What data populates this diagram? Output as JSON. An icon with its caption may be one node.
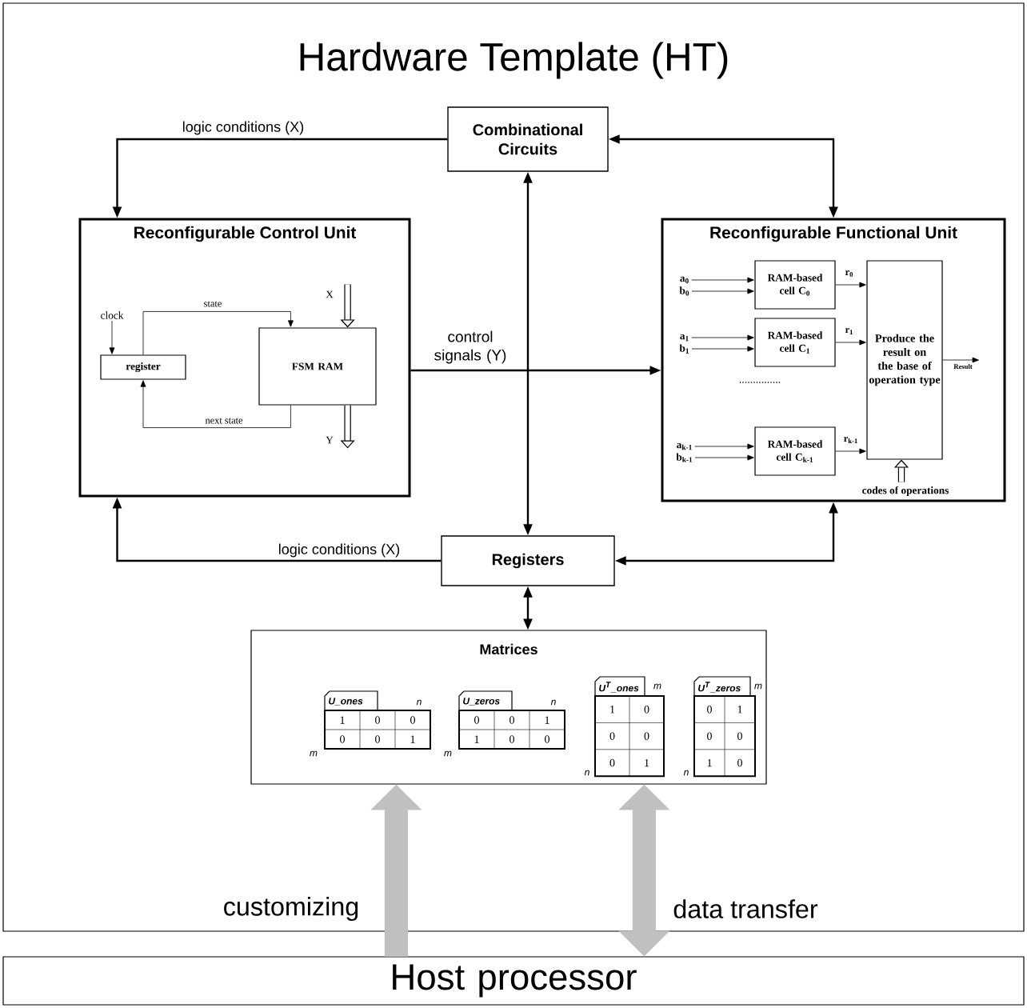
{
  "diagram": {
    "nodes": [
      {
        "text": [
          "Hardware Template (HT)"
        ]
      },
      {
        "text": [
          "Combinational Circuits"
        ],
        "in": 0
      },
      {
        "text": [
          "Reconfigurable Control Unit"
        ],
        "in": 0
      },
      {
        "text": [
          "register"
        ],
        "in": 2
      },
      {
        "text": [
          "FSM RAM"
        ],
        "in": 2
      },
      {
        "text": [
          "clock"
        ],
        "in": 2
      },
      {
        "text": [
          "Reconfigurable Functional Unit"
        ],
        "in": 0
      },
      {
        "text": [
          "a$_{0}$"
        ],
        "in": 6
      },
      {
        "text": [
          "b$_{0}$"
        ],
        "in": 6
      },
      {
        "text": [
          "a$_{1}$"
        ],
        "in": 6
      },
      {
        "text": [
          "b$_{1}$"
        ],
        "in": 6
      },
      {
        "text": [
          "a$_{k-1}$"
        ],
        "in": 6
      },
      {
        "text": [
          "b$_{k-1}$"
        ],
        "in": 6
      },
      {
        "text": [
          "RAM-based cell C$_{0}$"
        ],
        "in": 6
      },
      {
        "text": [
          "RAM-based cell C$_{1}$"
        ],
        "in": 6
      },
      {
        "text": [
          "RAM-based cell C$_{k-1}$"
        ],
        "in": 6
      },
      {
        "text": [
          "Produce the result on the base of operation type"
        ],
        "in": 6
      },
      {
        "text": [
          "Registers"
        ],
        "in": 0
      },
      {
        "text": [
          "Matrices"
        ],
        "in": 0
      },
      {
        "text": [
          "Host processor"
        ]
      }
    ],
    "edges": [
      {
        "from": 1,
        "to": 2,
        "arrow": "to",
        "label": "logic conditions (X)"
      },
      {
        "from": 6,
        "to": 1,
        "arrow": "both"
      },
      {
        "from": 17,
        "to": 1,
        "arrow": "both"
      },
      {
        "from": 2,
        "to": 6,
        "arrow": "to",
        "label": "control signals (Y)"
      },
      {
        "from": 17,
        "to": 2,
        "arrow": "to",
        "label": "logic conditions (X)"
      },
      {
        "from": 17,
        "to": 6,
        "arrow": "both"
      },
      {
        "from": 17,
        "to": 18,
        "arrow": "both"
      },
      {
        "from": 19,
        "to": 18,
        "arrow": "to",
        "label": "customizing",
        "style": "thick",
        "color": "#c0c0c0"
      },
      {
        "from": 19,
        "to": 18,
        "arrow": "both",
        "label": "data transfer",
        "style": "thick",
        "color": "#c0c0c0"
      },
      {
        "from": 3,
        "to": 4,
        "arrow": "to",
        "label": "state"
      },
      {
        "from": 4,
        "to": 3,
        "arrow": "to",
        "label": "next state"
      },
      {
        "from": 5,
        "to": 3,
        "arrow": "to"
      },
      {
        "from": null,
        "to": 4,
        "arrow": "to",
        "label": "X",
        "style": "thick"
      },
      {
        "from": 4,
        "to": null,
        "arrow": "to",
        "label": "Y",
        "style": "thick"
      },
      {
        "from": 7,
        "to": 13,
        "arrow": "to"
      },
      {
        "from": 8,
        "to": 13,
        "arrow": "to"
      },
      {
        "from": 9,
        "to": 14,
        "arrow": "to"
      },
      {
        "from": 10,
        "to": 14,
        "arrow": "to"
      },
      {
        "from": 11,
        "to": 15,
        "arrow": "to"
      },
      {
        "from": 12,
        "to": 15,
        "arrow": "to"
      },
      {
        "from": 13,
        "to": 16,
        "arrow": "to",
        "label": "r$_{0}$"
      },
      {
        "from": 14,
        "to": 16,
        "arrow": "to",
        "label": "r$_{1}$"
      },
      {
        "from": 15,
        "to": 16,
        "arrow": "to",
        "label": "r$_{k-1}$"
      },
      {
        "from": 16,
        "to": null,
        "arrow": "to",
        "label": "Result"
      },
      {
        "from": null,
        "to": 16,
        "arrow": "to",
        "label": "codes of operations",
        "style": "thick"
      }
    ],
    "labels": [
      "...............",
      "U_ones",
      "n",
      "1",
      "0",
      "0",
      "0",
      "0",
      "1",
      "m",
      "U_zeros",
      "n",
      "0",
      "0",
      "1",
      "1",
      "0",
      "0",
      "m",
      "U$^{T}$_ones",
      "m",
      "1",
      "0",
      "0",
      "0",
      "0",
      "1",
      "n",
      "U$^{T}$_zeros",
      "m",
      "0",
      "1",
      "0",
      "0",
      "1",
      "0",
      "n"
    ]
  }
}
